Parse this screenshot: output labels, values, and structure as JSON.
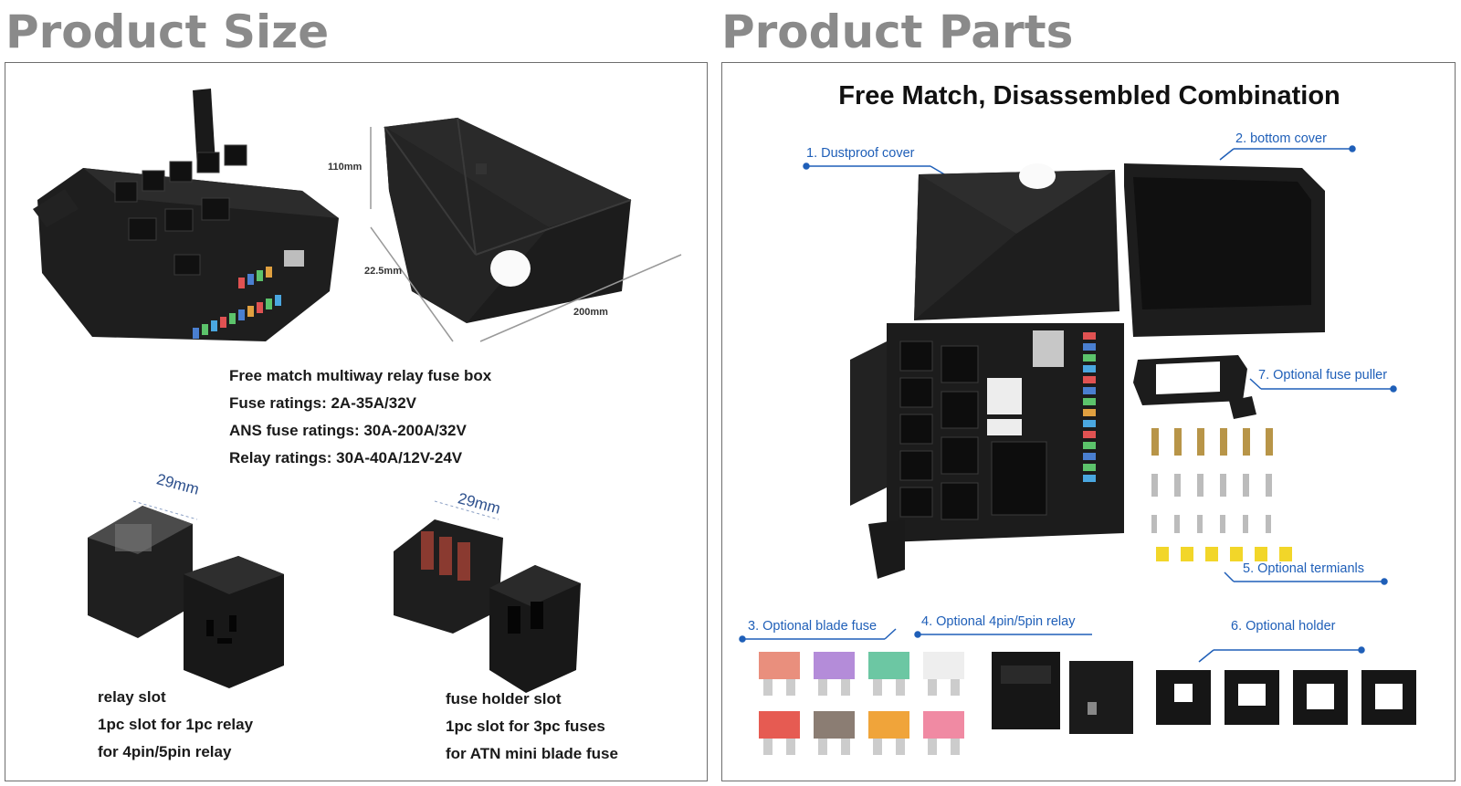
{
  "titles": {
    "left": "Product Size",
    "right": "Product Parts"
  },
  "size": {
    "dimensions": {
      "height": "110mm",
      "depth": "22.5mm",
      "width": "200mm"
    },
    "specs": [
      "Free match multiway relay fuse box",
      "Fuse ratings: 2A-35A/32V",
      "ANS fuse ratings: 30A-200A/32V",
      "Relay ratings: 30A-40A/12V-24V"
    ],
    "relay_width": "29mm",
    "fuse_width": "29mm",
    "relay_slot": [
      "relay slot",
      "1pc slot for 1pc relay",
      "for 4pin/5pin relay"
    ],
    "fuse_slot": [
      "fuse holder slot",
      "1pc slot for 3pc fuses",
      "for ATN mini blade fuse"
    ]
  },
  "parts": {
    "headline": "Free Match, Disassembled Combination",
    "labels": {
      "dustproof_cover": "1. Dustproof cover",
      "bottom_cover": "2. bottom cover",
      "blade_fuse": "3. Optional blade fuse",
      "relay": "4. Optional 4pin/5pin relay",
      "terminals": "5. Optional termianls",
      "holder": "6. Optional holder",
      "fuse_puller": "7. Optional fuse puller"
    },
    "accent_color": "#1f5fb8"
  },
  "colors": {
    "title_gray": "#8a8a8a",
    "product_black": "#1c1c1c"
  }
}
